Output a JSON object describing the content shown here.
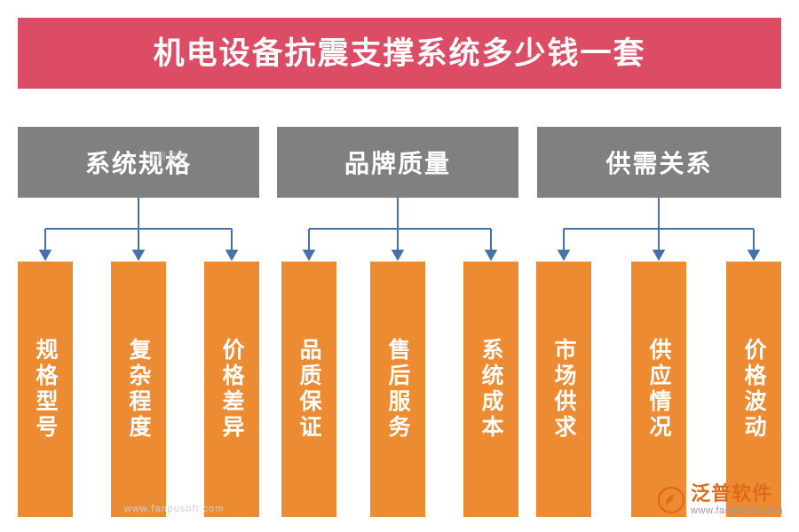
{
  "title": {
    "text": "机电设备抗震支撑系统多少钱一套",
    "background": "#dd4c65",
    "color": "#ffffff"
  },
  "diagram": {
    "type": "tree",
    "category_color": "#808080",
    "leaf_color": "#ed8b33",
    "connector_color": "#4472a8",
    "categories": [
      {
        "label": "系统规格",
        "leaves": [
          {
            "label": "规格型号"
          },
          {
            "label": "复杂程度"
          },
          {
            "label": "价格差异"
          }
        ]
      },
      {
        "label": "品牌质量",
        "leaves": [
          {
            "label": "品质保证"
          },
          {
            "label": "售后服务"
          },
          {
            "label": "系统成本"
          }
        ]
      },
      {
        "label": "供需关系",
        "leaves": [
          {
            "label": "市场供求"
          },
          {
            "label": "供应情况"
          },
          {
            "label": "价格波动"
          }
        ]
      }
    ]
  },
  "watermarks": {
    "center": "泛普软件",
    "bottom": "www.fanpusoft.com"
  },
  "logo": {
    "name": "泛普软件",
    "url": "www.fanpusoft.com",
    "color": "#e06a1b"
  }
}
